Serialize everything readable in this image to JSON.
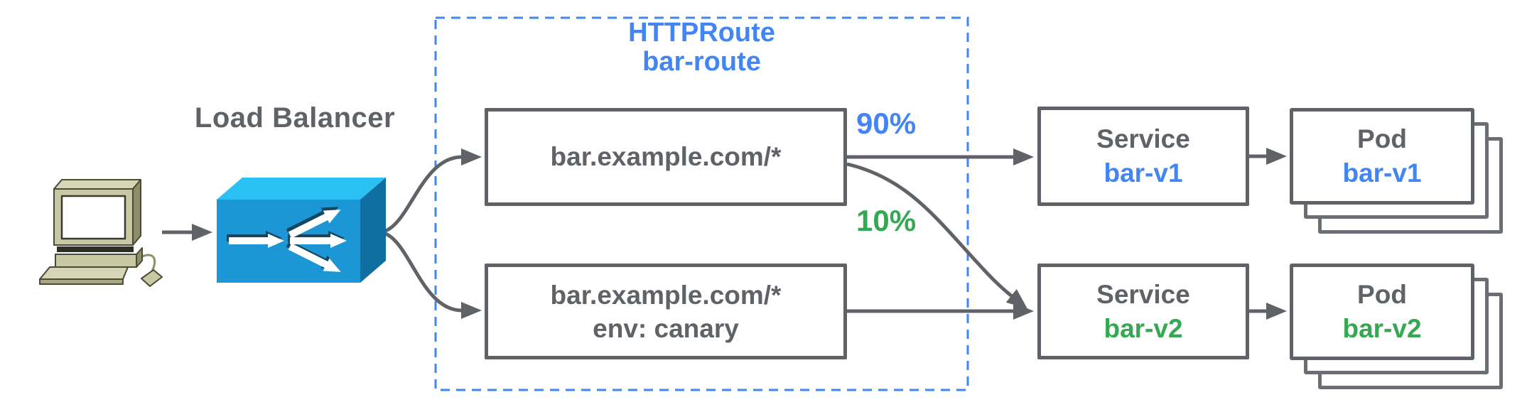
{
  "client": {
    "icon": "desktop-computer-icon"
  },
  "load_balancer": {
    "label": "Load Balancer",
    "icon": "load-balancer-icon"
  },
  "httproute": {
    "kind": "HTTPRoute",
    "name": "bar-route"
  },
  "rules": [
    {
      "match": "bar.example.com/*"
    },
    {
      "match": "bar.example.com/*",
      "header_match": "env: canary"
    }
  ],
  "traffic_split": [
    {
      "label": "90%",
      "color": "#4285f4",
      "target": "bar-v1"
    },
    {
      "label": "10%",
      "color": "#34a853",
      "target": "bar-v2"
    }
  ],
  "services": [
    {
      "kind": "Service",
      "name": "bar-v1",
      "name_color": "#4285f4"
    },
    {
      "kind": "Service",
      "name": "bar-v2",
      "name_color": "#34a853"
    }
  ],
  "pods": [
    {
      "kind": "Pod",
      "name": "bar-v1",
      "name_color": "#4285f4",
      "stack_count": 3
    },
    {
      "kind": "Pod",
      "name": "bar-v2",
      "name_color": "#34a853",
      "stack_count": 3
    }
  ],
  "colors": {
    "line_gray": "#5f6368",
    "accent_blue": "#4285f4",
    "accent_green": "#34a853",
    "lb_top": "#2bc0f4",
    "lb_front": "#1c96d4",
    "lb_side": "#0e6fa0",
    "computer_beige": "#c9c8a5"
  }
}
